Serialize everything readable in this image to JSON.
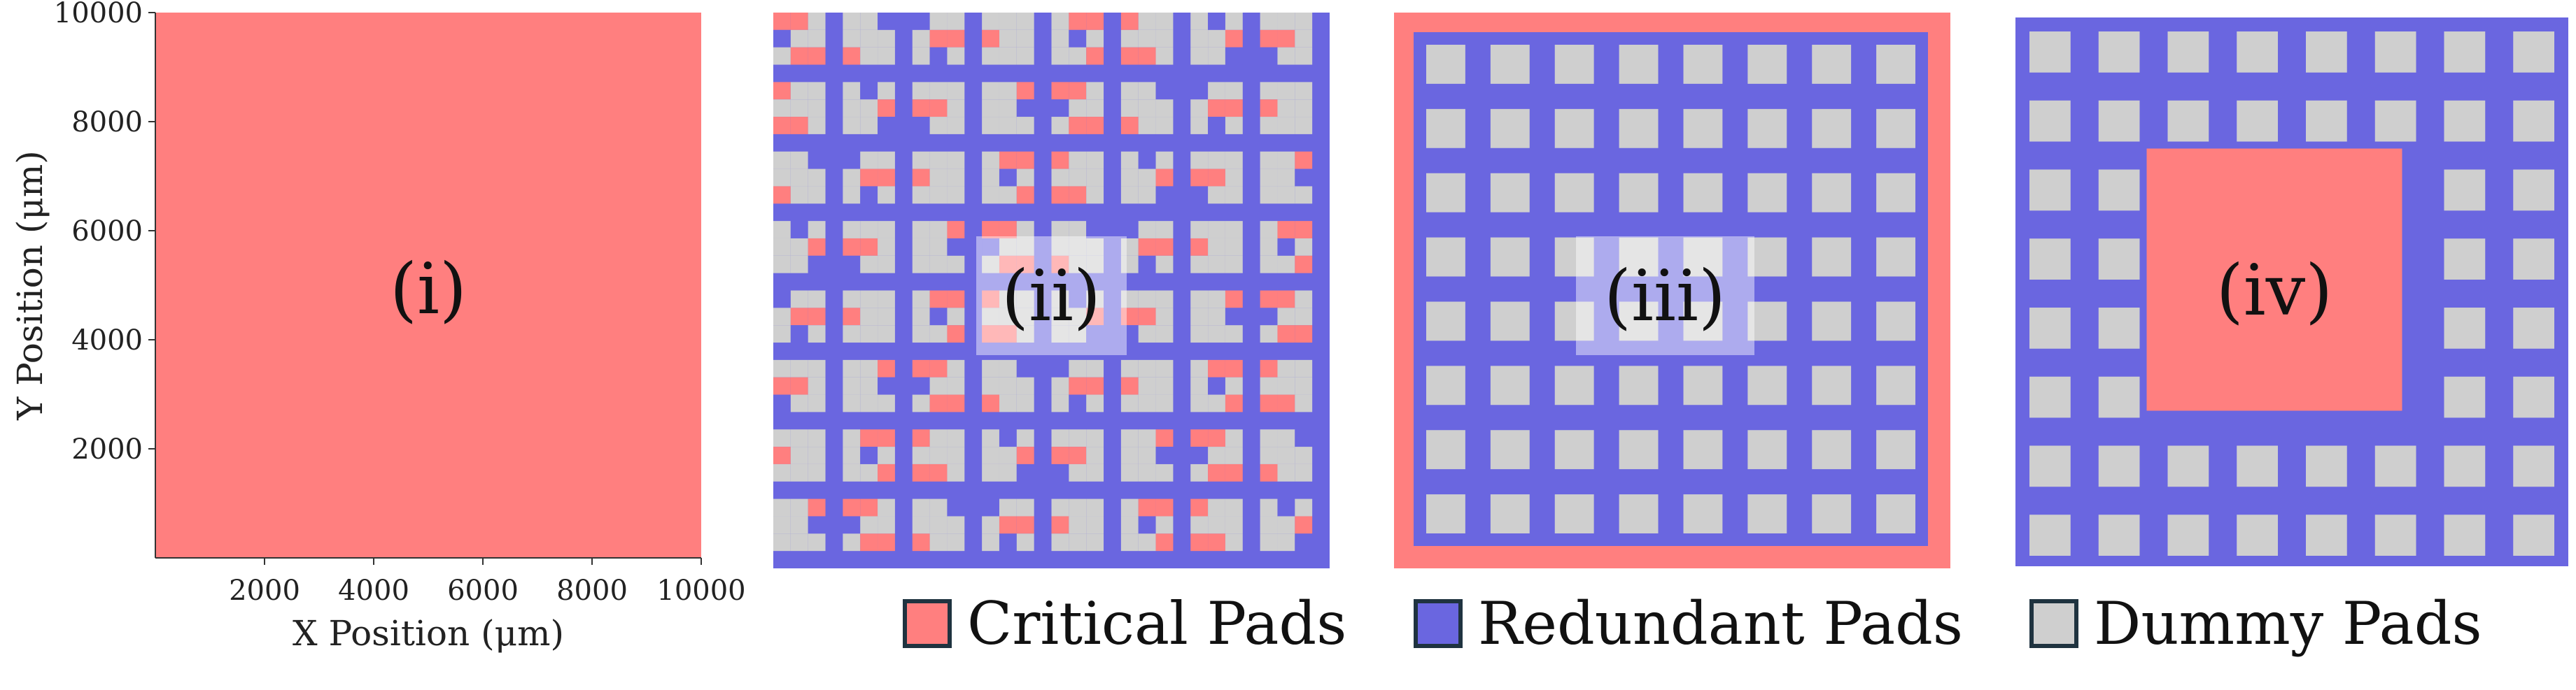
{
  "colors": {
    "critical": "#ff7f7f",
    "redundant": "#6a66e0",
    "dummy": "#cfcfcf",
    "axis": "#333333",
    "highlight": "#ffffff"
  },
  "chart_data": [
    {
      "type": "heatmap",
      "panel_label": "(i)",
      "xlabel": "X Position (μm)",
      "ylabel": "Y Position (μm)",
      "xlim": [
        0,
        10000
      ],
      "ylim": [
        0,
        10000
      ],
      "xticks": [
        2000,
        4000,
        6000,
        8000,
        10000
      ],
      "yticks": [
        2000,
        4000,
        6000,
        8000,
        10000
      ],
      "grid": false,
      "description_of_cells": "all pads critical",
      "cells": [
        [
          "C"
        ]
      ]
    },
    {
      "type": "heatmap",
      "panel_label": "(ii)",
      "xlim": [
        0,
        10000
      ],
      "ylim": [
        0,
        10000
      ],
      "grid_size": [
        8,
        8
      ],
      "cells": [
        [
          "D",
          "D",
          "D",
          "D",
          "D",
          "D",
          "D",
          "D"
        ],
        [
          "D",
          "D",
          "D",
          "D",
          "D",
          "D",
          "D",
          "D"
        ],
        [
          "D",
          "D",
          "D",
          "D",
          "D",
          "D",
          "D",
          "D"
        ],
        [
          "D",
          "D",
          "D",
          "D",
          "D",
          "D",
          "D",
          "D"
        ],
        [
          "D",
          "D",
          "D",
          "D",
          "D",
          "D",
          "D",
          "D"
        ],
        [
          "D",
          "D",
          "D",
          "D",
          "D",
          "D",
          "D",
          "D"
        ],
        [
          "D",
          "D",
          "D",
          "D",
          "D",
          "D",
          "D",
          "D"
        ],
        [
          "D",
          "D",
          "D",
          "D",
          "D",
          "D",
          "D",
          "D"
        ]
      ]
    },
    {
      "type": "heatmap",
      "panel_label": "(iii)",
      "xlim": [
        0,
        10000
      ],
      "ylim": [
        0,
        10000
      ],
      "grid_size": [
        8,
        8
      ],
      "cells": [
        [
          "D",
          "D",
          "D",
          "D",
          "D",
          "D",
          "D",
          "D"
        ],
        [
          "D",
          "D",
          "D",
          "D",
          "D",
          "D",
          "D",
          "D"
        ],
        [
          "D",
          "D",
          "D",
          "D",
          "D",
          "D",
          "D",
          "D"
        ],
        [
          "D",
          "D",
          "D",
          "D",
          "D",
          "D",
          "D",
          "D"
        ],
        [
          "D",
          "D",
          "D",
          "D",
          "D",
          "D",
          "D",
          "D"
        ],
        [
          "D",
          "D",
          "D",
          "D",
          "D",
          "D",
          "D",
          "D"
        ],
        [
          "D",
          "D",
          "D",
          "D",
          "D",
          "D",
          "D",
          "D"
        ],
        [
          "D",
          "D",
          "D",
          "D",
          "D",
          "D",
          "D",
          "D"
        ]
      ]
    },
    {
      "type": "heatmap",
      "panel_label": "(iv)",
      "xlim": [
        0,
        10000
      ],
      "ylim": [
        0,
        10000
      ],
      "grid_size": [
        8,
        8
      ],
      "cells": [
        [
          "D",
          "D",
          "D",
          "D",
          "D",
          "D",
          "D",
          "D"
        ],
        [
          "D",
          "D",
          "D",
          "D",
          "D",
          "D",
          "D",
          "D"
        ],
        [
          "D",
          "D",
          "C",
          "C",
          "C",
          "C",
          "D",
          "D"
        ],
        [
          "D",
          "D",
          "C",
          "C",
          "C",
          "C",
          "D",
          "D"
        ],
        [
          "D",
          "D",
          "C",
          "C",
          "C",
          "C",
          "D",
          "D"
        ],
        [
          "D",
          "D",
          "C",
          "C",
          "C",
          "C",
          "D",
          "D"
        ],
        [
          "D",
          "D",
          "D",
          "D",
          "D",
          "D",
          "D",
          "D"
        ],
        [
          "D",
          "D",
          "D",
          "D",
          "D",
          "D",
          "D",
          "D"
        ]
      ]
    }
  ],
  "legend": [
    {
      "key": "critical",
      "label": "Critical Pads"
    },
    {
      "key": "redundant",
      "label": "Redundant Pads"
    },
    {
      "key": "dummy",
      "label": "Dummy Pads"
    }
  ]
}
